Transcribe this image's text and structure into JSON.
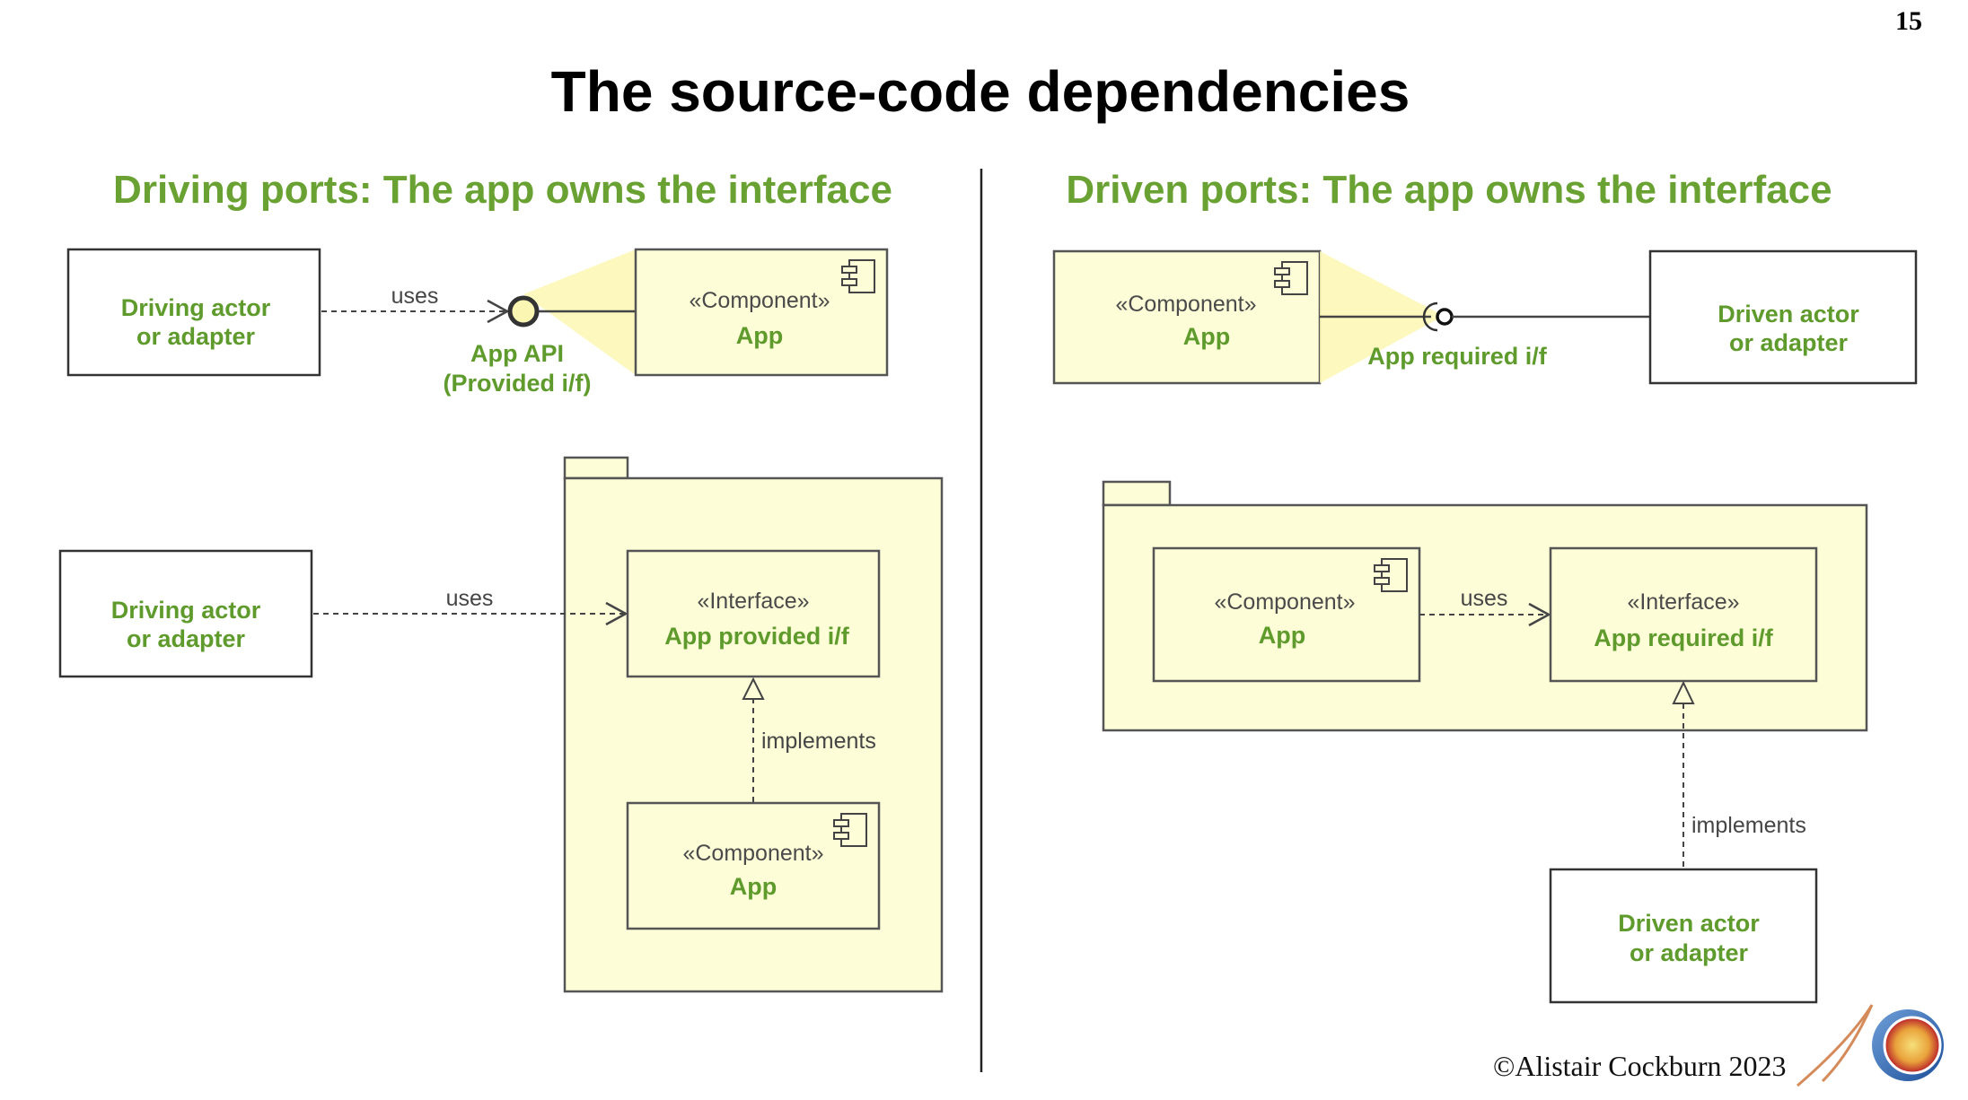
{
  "page": {
    "number": "15",
    "title": "The source-code dependencies",
    "credit": "©Alistair Cockburn 2023"
  },
  "left": {
    "heading": "Driving ports: The app owns the interface",
    "top": {
      "actor": [
        "Driving actor",
        "or adapter"
      ],
      "edge_label": "uses",
      "port_label": [
        "App API",
        "(Provided i/f)"
      ],
      "component_stereotype": "«Component»",
      "component_name": "App"
    },
    "bottom": {
      "actor": [
        "Driving actor",
        "or adapter"
      ],
      "edge_label": "uses",
      "interface_stereotype": "«Interface»",
      "interface_name": "App provided i/f",
      "implements_label": "implements",
      "component_stereotype": "«Component»",
      "component_name": "App"
    }
  },
  "right": {
    "heading": "Driven ports: The app owns the interface",
    "top": {
      "component_stereotype": "«Component»",
      "component_name": "App",
      "port_label": "App required i/f",
      "actor": [
        "Driven actor",
        "or adapter"
      ]
    },
    "bottom": {
      "component_stereotype": "«Component»",
      "component_name": "App",
      "edge_label": "uses",
      "interface_stereotype": "«Interface»",
      "interface_name": "App required i/f",
      "implements_label": "implements",
      "actor": [
        "Driven actor",
        "or adapter"
      ]
    }
  },
  "colors": {
    "heading_green": "#69a233",
    "label_green": "#5f9b2c",
    "component_fill": "#fdfdd7",
    "highlight": "#fbf7b3"
  },
  "icons": [
    "component-icon",
    "provided-interface-lollipop-icon",
    "required-interface-socket-icon",
    "logo-icon"
  ]
}
